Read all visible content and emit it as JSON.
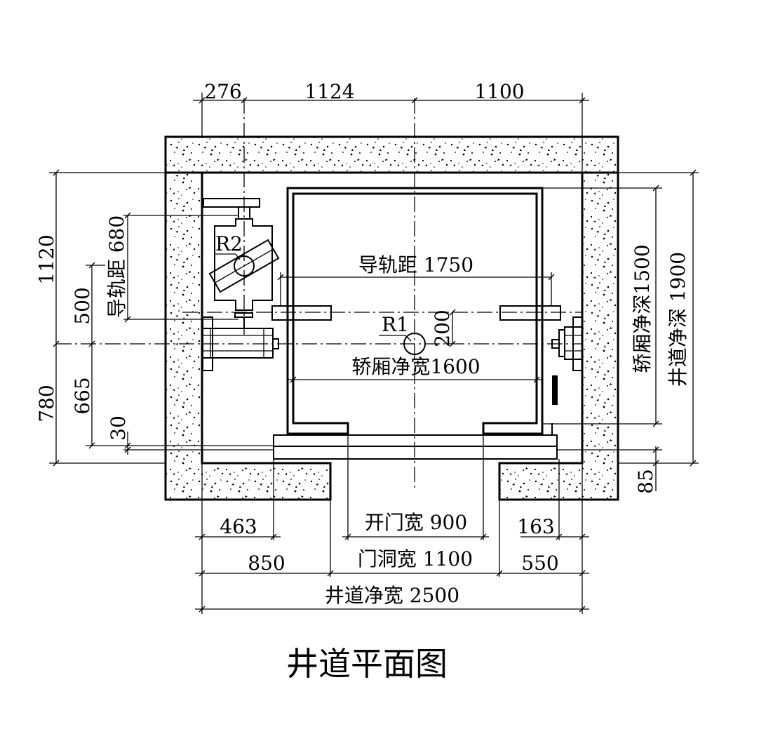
{
  "title": "井道平面图",
  "labels": {
    "rail_distance": "导轨距 1750",
    "car_clear_width": "轿厢净宽1600",
    "car_clear_depth": "轿厢净深1500",
    "shaft_clear_depth": "井道净深 1900",
    "door_open_width": "开门宽 900",
    "door_hole_width": "门洞宽 1100",
    "shaft_clear_width": "井道净宽 2500",
    "cw_rail_distance": "导轨距 680",
    "r1": "R1",
    "r2": "R2"
  },
  "dimensions": {
    "top_276": "276",
    "top_1124": "1124",
    "top_1100": "1100",
    "left_1120": "1120",
    "left_780": "780",
    "left_500": "500",
    "left_665": "665",
    "left_30": "30",
    "center_200": "200",
    "right_85": "85",
    "bottom_463": "463",
    "bottom_163": "163",
    "bottom_850": "850",
    "bottom_550": "550"
  }
}
